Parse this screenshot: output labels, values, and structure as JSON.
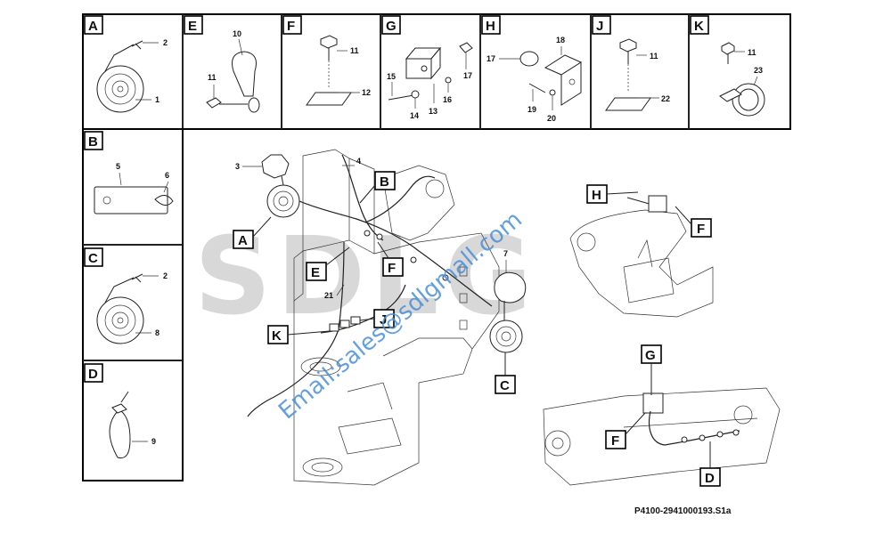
{
  "panels": [
    {
      "letter": "A",
      "callouts": [
        "2",
        "1"
      ]
    },
    {
      "letter": "E",
      "callouts": [
        "10",
        "11"
      ]
    },
    {
      "letter": "F",
      "callouts": [
        "11",
        "12"
      ]
    },
    {
      "letter": "G",
      "callouts": [
        "15",
        "17",
        "14",
        "13",
        "16"
      ]
    },
    {
      "letter": "H",
      "callouts": [
        "18",
        "17",
        "19",
        "20"
      ]
    },
    {
      "letter": "J",
      "callouts": [
        "11",
        "22"
      ]
    },
    {
      "letter": "K",
      "callouts": [
        "11",
        "23"
      ]
    },
    {
      "letter": "B",
      "callouts": [
        "5",
        "6"
      ]
    },
    {
      "letter": "C",
      "callouts": [
        "2",
        "8"
      ]
    },
    {
      "letter": "D",
      "callouts": [
        "9"
      ]
    }
  ],
  "main_callouts": {
    "n3": "3",
    "n4": "4",
    "n7": "7",
    "n21": "21",
    "A": "A",
    "B": "B",
    "E": "E",
    "F": "F",
    "J": "J",
    "K": "K",
    "C": "C"
  },
  "right_callouts": {
    "H": "H",
    "F1": "F",
    "G": "G",
    "F2": "F",
    "D": "D"
  },
  "watermark": "Email:sales@sdlgmall.com",
  "logo_text": "SDLG",
  "drawing_ref": "P4100-2941000193.S1a"
}
